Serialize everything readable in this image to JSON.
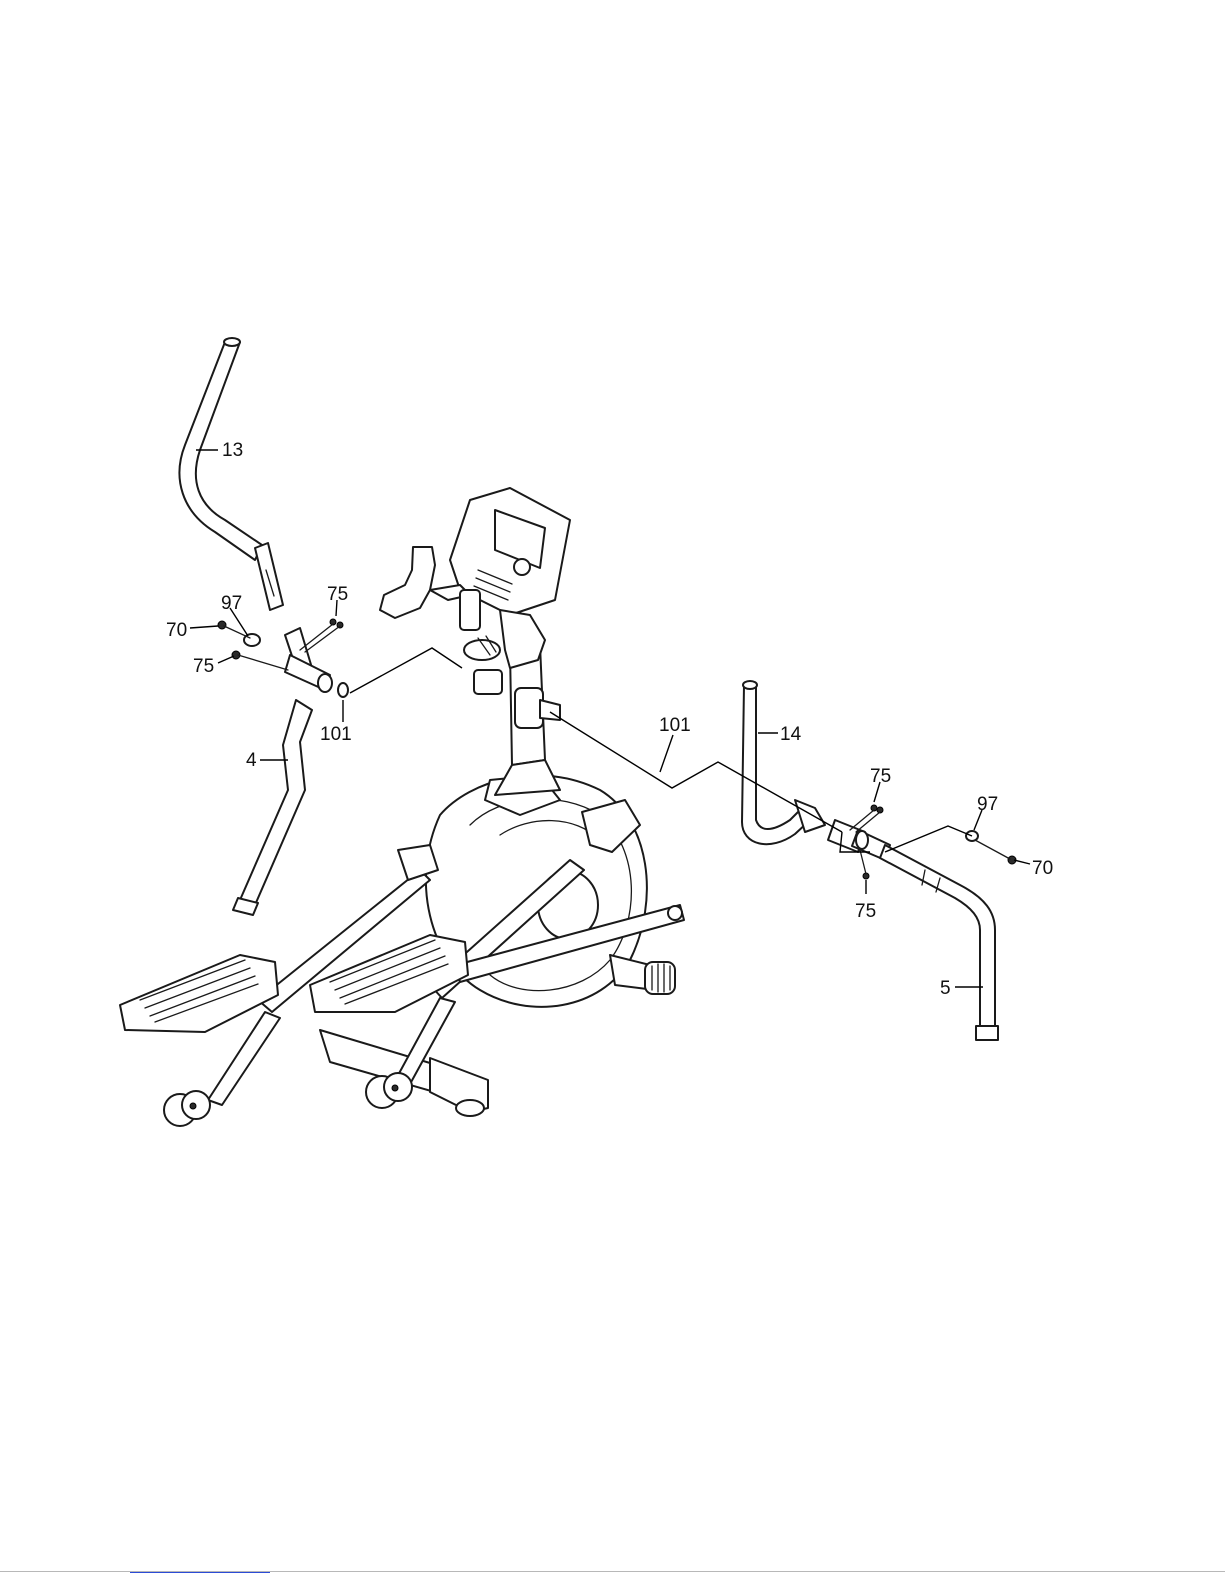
{
  "callouts": [
    {
      "id": "label-13",
      "text": "13"
    },
    {
      "id": "label-97-left",
      "text": "97"
    },
    {
      "id": "label-75-left-top",
      "text": "75"
    },
    {
      "id": "label-70-left",
      "text": "70"
    },
    {
      "id": "label-75-left-bottom",
      "text": "75"
    },
    {
      "id": "label-101-left",
      "text": "101"
    },
    {
      "id": "label-4",
      "text": "4"
    },
    {
      "id": "label-101-right",
      "text": "101"
    },
    {
      "id": "label-14",
      "text": "14"
    },
    {
      "id": "label-75-right-top",
      "text": "75"
    },
    {
      "id": "label-97-right",
      "text": "97"
    },
    {
      "id": "label-70-right",
      "text": "70"
    },
    {
      "id": "label-75-right-bottom",
      "text": "75"
    },
    {
      "id": "label-5",
      "text": "5"
    }
  ],
  "colors": {
    "line": "#1a1a1a",
    "background": "#ffffff",
    "link": "#2b4bd6"
  }
}
